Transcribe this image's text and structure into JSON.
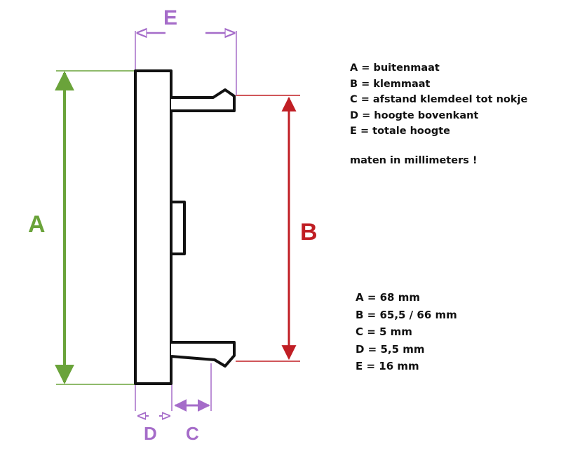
{
  "labels": {
    "A": "A",
    "B": "B",
    "C": "C",
    "D": "D",
    "E": "E"
  },
  "legend": {
    "lines": [
      "A = buitenmaat",
      "B = klemmaat",
      "C = afstand klemdeel tot nokje",
      "D = hoogte bovenkant",
      "E = totale hoogte"
    ],
    "note": "maten in millimeters !"
  },
  "measurements": [
    "A = 68 mm",
    "B = 65,5 / 66 mm",
    "C = 5 mm",
    "D = 5,5 mm",
    "E = 16 mm"
  ],
  "colors": {
    "A": "#6aa33a",
    "B": "#c01e24",
    "C": "#a56cc9",
    "D": "#a56cc9",
    "E": "#a56cc9",
    "outline": "#111111"
  }
}
